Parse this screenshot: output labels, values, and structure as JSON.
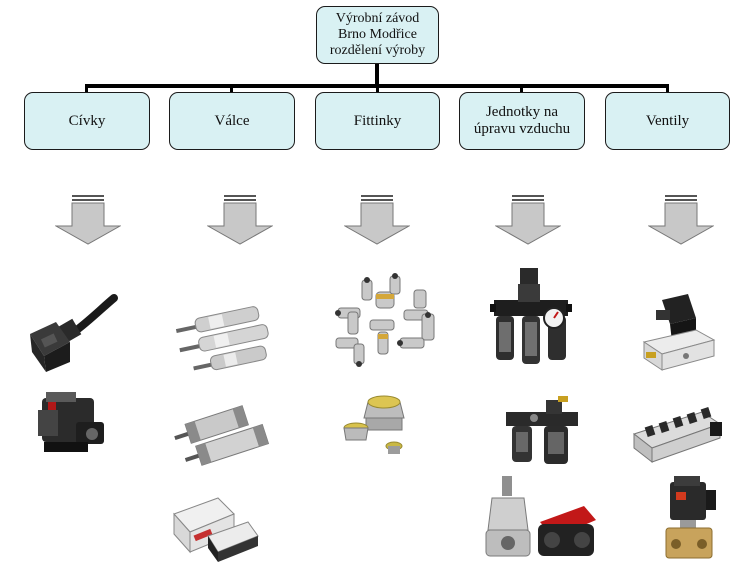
{
  "root": {
    "lines": [
      "Výrobní závod",
      "Brno Modřice",
      "rozdělení výroby"
    ]
  },
  "categories": [
    {
      "lines": [
        "Cívky"
      ]
    },
    {
      "lines": [
        "Válce"
      ]
    },
    {
      "lines": [
        "Fittinky"
      ]
    },
    {
      "lines": [
        "Jednotky na",
        "úpravu vzduchu"
      ]
    },
    {
      "lines": [
        "Ventily"
      ]
    }
  ],
  "colors": {
    "box_fill": "#d9f1f3",
    "border": "#1b1b1b",
    "arrow_fill": "#c8c8c8",
    "connector": "#000000"
  },
  "products": [
    [
      "connector-plug",
      "coil-unit"
    ],
    [
      "round-cylinders",
      "profile-cylinders",
      "compact-cylinders"
    ],
    [
      "push-in-fittings",
      "silencers"
    ],
    [
      "frl-unit",
      "filter-regulator",
      "pressure-regulators"
    ],
    [
      "pressure-switch",
      "valve-manifold",
      "solenoid-valve"
    ]
  ]
}
